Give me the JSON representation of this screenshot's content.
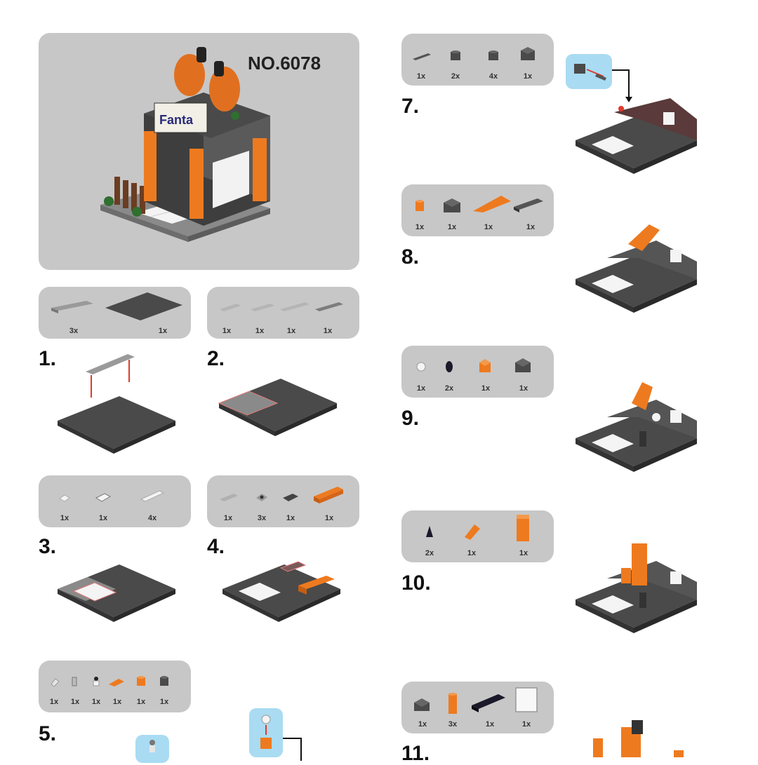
{
  "model": {
    "number": "NO.6078",
    "sign_text": "Fanta"
  },
  "steps": [
    {
      "number": "1.",
      "parts": [
        {
          "qty": "3x",
          "icon": "plate-1x6-gray"
        },
        {
          "qty": "1x",
          "icon": "baseplate-8x8-dark"
        }
      ]
    },
    {
      "number": "2.",
      "parts": [
        {
          "qty": "1x",
          "icon": "plate-1x4-light"
        },
        {
          "qty": "1x",
          "icon": "plate-1x4-light"
        },
        {
          "qty": "1x",
          "icon": "plate-1x6-light"
        },
        {
          "qty": "1x",
          "icon": "plate-1x4-dark"
        }
      ]
    },
    {
      "number": "3.",
      "parts": [
        {
          "qty": "1x",
          "icon": "tile-1x1-white"
        },
        {
          "qty": "1x",
          "icon": "tile-1x2-white"
        },
        {
          "qty": "4x",
          "icon": "tile-1x4-white"
        }
      ]
    },
    {
      "number": "4.",
      "parts": [
        {
          "qty": "1x",
          "icon": "plate-1x3-gray"
        },
        {
          "qty": "3x",
          "icon": "plate-1x1-stud"
        },
        {
          "qty": "1x",
          "icon": "plate-1x2-dark"
        },
        {
          "qty": "1x",
          "icon": "brick-1x4-orange"
        }
      ]
    },
    {
      "number": "5.",
      "parts": [
        {
          "qty": "1x",
          "icon": "clip-white"
        },
        {
          "qty": "1x",
          "icon": "hinge-gray"
        },
        {
          "qty": "1x",
          "icon": "cone-white"
        },
        {
          "qty": "1x",
          "icon": "slope-orange"
        },
        {
          "qty": "1x",
          "icon": "brick-1x1-orange"
        },
        {
          "qty": "1x",
          "icon": "brick-1x1-dark"
        }
      ]
    },
    {
      "number": "7.",
      "parts": [
        {
          "qty": "1x",
          "icon": "bar-dark"
        },
        {
          "qty": "2x",
          "icon": "brick-1x1-dark"
        },
        {
          "qty": "4x",
          "icon": "brick-1x1-dark"
        },
        {
          "qty": "1x",
          "icon": "brick-2x2-dark"
        }
      ]
    },
    {
      "number": "8.",
      "parts": [
        {
          "qty": "1x",
          "icon": "brick-1x1-orange"
        },
        {
          "qty": "1x",
          "icon": "brick-2x2-dark"
        },
        {
          "qty": "1x",
          "icon": "slope-long-orange"
        },
        {
          "qty": "1x",
          "icon": "brick-1x4-dark"
        }
      ]
    },
    {
      "number": "9.",
      "parts": [
        {
          "qty": "1x",
          "icon": "flower-white"
        },
        {
          "qty": "2x",
          "icon": "round-black"
        },
        {
          "qty": "1x",
          "icon": "brick-1x2-orange"
        },
        {
          "qty": "1x",
          "icon": "brick-2x2-dark"
        }
      ]
    },
    {
      "number": "10.",
      "parts": [
        {
          "qty": "2x",
          "icon": "cone-black"
        },
        {
          "qty": "1x",
          "icon": "slope-orange"
        },
        {
          "qty": "1x",
          "icon": "panel-orange"
        }
      ]
    },
    {
      "number": "11.",
      "parts": [
        {
          "qty": "1x",
          "icon": "brick-2x2-dark"
        },
        {
          "qty": "3x",
          "icon": "brick-1x1x3-orange"
        },
        {
          "qty": "1x",
          "icon": "brick-1x4-black"
        },
        {
          "qty": "1x",
          "icon": "window-frame-white"
        }
      ]
    }
  ],
  "colors": {
    "panel": "#c7c7c7",
    "orange": "#ee7a1f",
    "dark": "#4a4a4a",
    "callout": "#a9dbf2",
    "arrow": "#e03a2a"
  }
}
